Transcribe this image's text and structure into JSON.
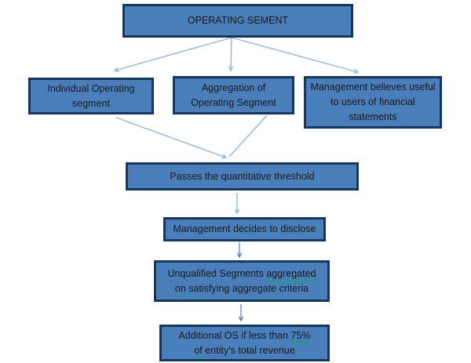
{
  "colors": {
    "background": "#ffffff",
    "box_fill": "#4a7ebb",
    "box_border": "#17365d",
    "arrow_light": "#95b3d7",
    "arrow_medium": "#4f81bd",
    "squiggle_green": "#00b050",
    "text": "#1a1a1a"
  },
  "diagram": {
    "title_box": {
      "label": "OPERATING SEMENT"
    },
    "individual_box": {
      "line1": "Individual Operating",
      "line2": "segment"
    },
    "aggregation_box": {
      "line1": "Aggregation of",
      "line2": "Operating Segment"
    },
    "useful_box": {
      "line1": "Management believes useful",
      "line2": "to users of financial",
      "line3": "statements"
    },
    "passes_box": {
      "label": "Passes the quantitative threshold"
    },
    "decides_box": {
      "label": "Management decides to disclose"
    },
    "unqualified_box": {
      "line1_text": "Unqualified Segments ",
      "line1_flagged": "aggregated",
      "line2_flagged": "on",
      "line2_text": " satisfying aggregate criteria"
    },
    "additional_box": {
      "line1_text": "Additional OS if less than ",
      "line1_flagged": "75%",
      "line2_flagged": "of",
      "line2_text": " entity’s total revenue"
    }
  }
}
